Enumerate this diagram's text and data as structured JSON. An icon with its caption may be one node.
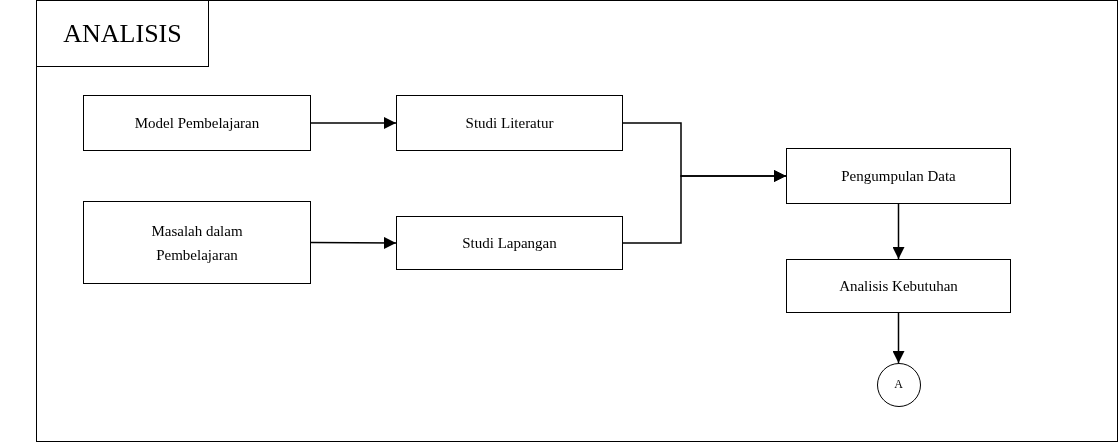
{
  "diagram": {
    "nodes": [
      {
        "text": [
          "ANALISIS"
        ]
      },
      {
        "text": [
          "Model Pembelajaran"
        ],
        "in": 0
      },
      {
        "text": [
          "Studi Literatur"
        ],
        "in": 0
      },
      {
        "text": [
          "Masalah dalam Pembelajaran"
        ],
        "in": 0
      },
      {
        "text": [
          "Studi Lapangan"
        ],
        "in": 0
      },
      {
        "text": [
          "Pengumpulan Data"
        ],
        "in": 0
      },
      {
        "text": [
          "Analisis Kebutuhan"
        ],
        "in": 0
      },
      {
        "text": [
          "A"
        ],
        "in": 0
      }
    ],
    "edges": [
      {
        "from": 1,
        "to": 2,
        "arrow": "to"
      },
      {
        "from": 3,
        "to": 4,
        "arrow": "to"
      },
      {
        "from": 2,
        "to": 5,
        "arrow": "to"
      },
      {
        "from": 4,
        "to": 5,
        "arrow": "to"
      },
      {
        "from": 5,
        "to": 6,
        "arrow": "to"
      },
      {
        "from": 6,
        "to": 7,
        "arrow": "to"
      }
    ]
  }
}
